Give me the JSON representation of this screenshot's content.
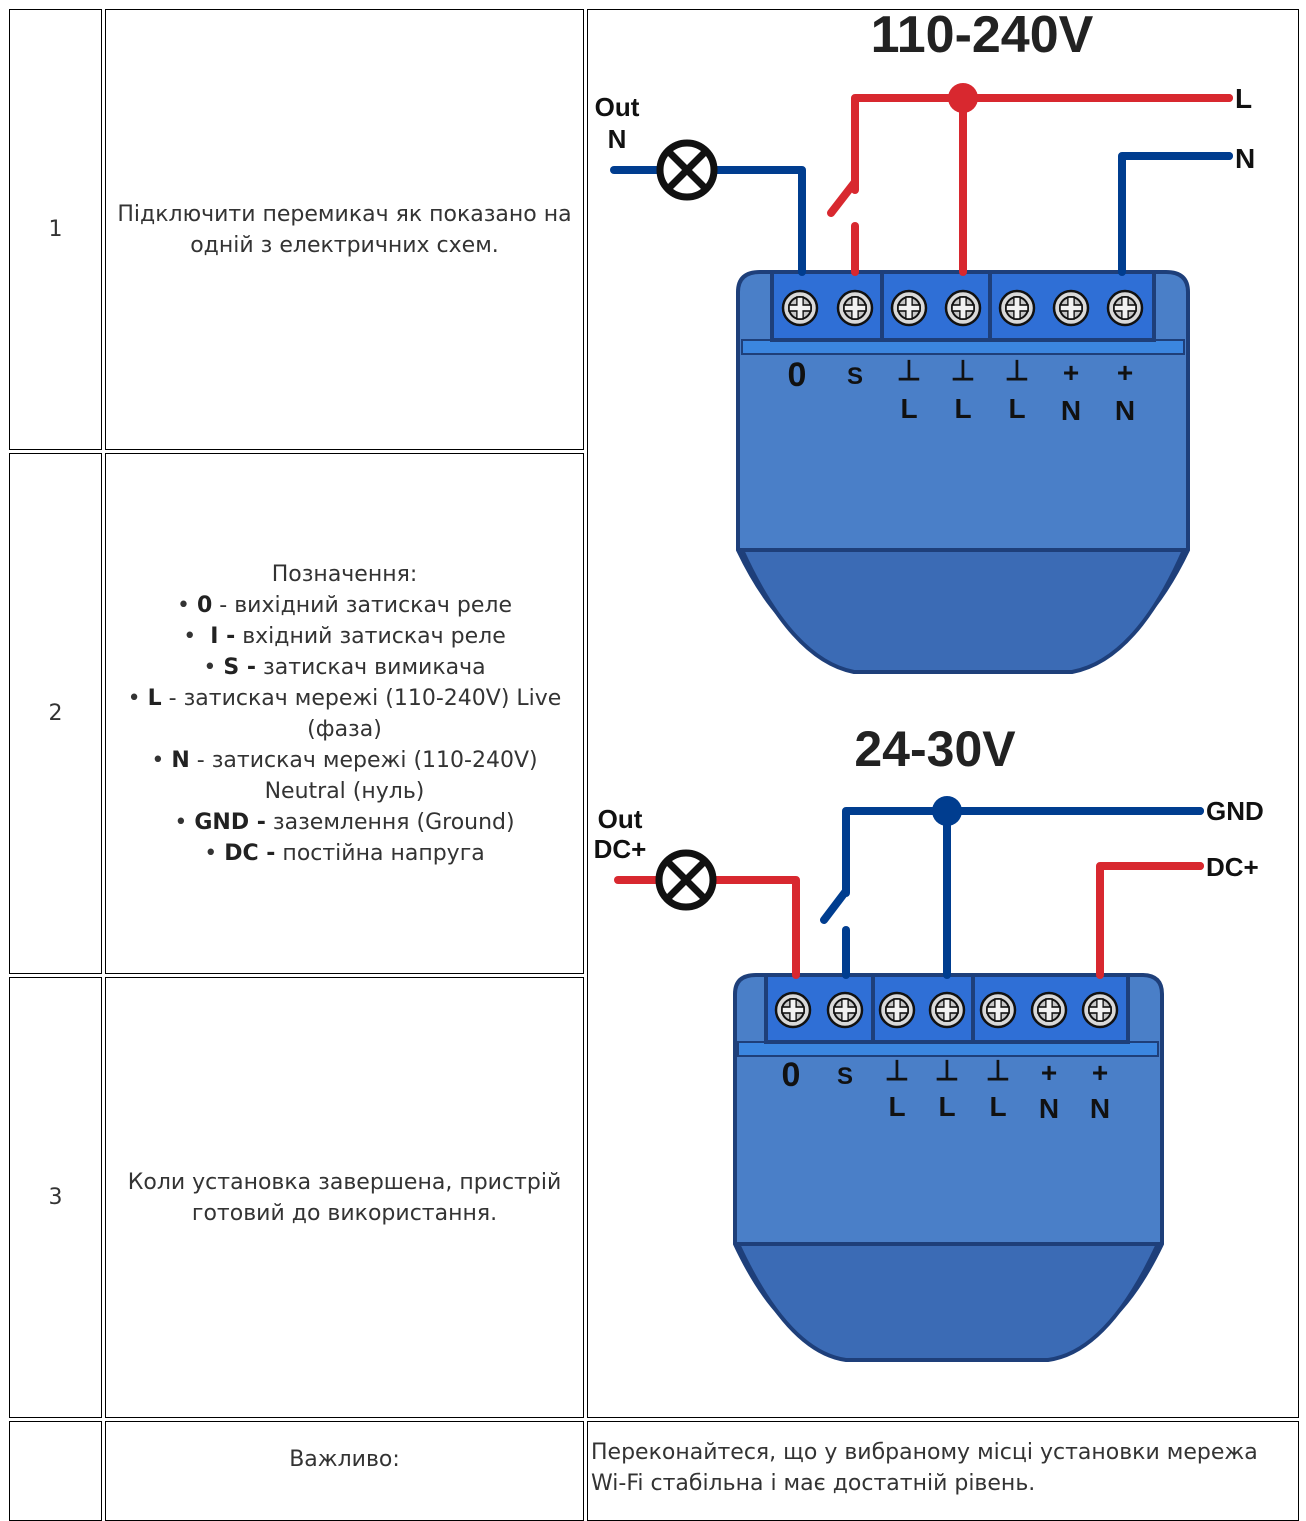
{
  "rows": [
    {
      "number": "1",
      "text": "Підключити перемикач як показано на одній з електричних схем."
    },
    {
      "number": "2",
      "legend_title": "Позначення:",
      "legend": [
        {
          "key": "0",
          "desc": " - вихідний затискач реле"
        },
        {
          "key": "I -",
          "desc": " вхідний затискач реле"
        },
        {
          "key": "S -",
          "desc": " затискач вимикача"
        },
        {
          "key": "L",
          "desc": " - затискач мережі (110-240V) Live (фаза)"
        },
        {
          "key": "N",
          "desc": " - затискач мережі (110-240V) Neutral (нуль)"
        },
        {
          "key": "GND -",
          "desc": " заземлення (Ground)"
        },
        {
          "key": "DC -",
          "desc": " постійна напруга"
        }
      ]
    },
    {
      "number": "3",
      "text": "Коли установка завершена, пристрій готовий до використання."
    },
    {
      "number": "",
      "text": "Важливо:",
      "note": "Переконайтеся, що у вибраному місці установки мережа Wi-Fi стабільна і має достатній рівень."
    }
  ],
  "diagram_ac": {
    "title": "110-240V",
    "load_label_top": "Out",
    "load_label_bottom": "N",
    "line_label": "L",
    "neutral_label": "N",
    "terminals_top": [
      "0",
      "S",
      "⊥",
      "⊥",
      "⊥",
      "+",
      "+"
    ],
    "terminals_bottom": [
      "",
      "",
      "L",
      "L",
      "L",
      "N",
      "N"
    ]
  },
  "diagram_dc": {
    "title": "24-30V",
    "load_label_top": "Out",
    "load_label_bottom": "DC+",
    "gnd_label": "GND",
    "dc_label": "DC+",
    "terminals_top": [
      "0",
      "S",
      "⊥",
      "⊥",
      "⊥",
      "+",
      "+"
    ],
    "terminals_bottom": [
      "",
      "",
      "L",
      "L",
      "L",
      "N",
      "N"
    ]
  },
  "colors": {
    "live_wire": "#d8282f",
    "neutral_wire": "#003d8f",
    "device_body": "#4a7fc8",
    "device_top": "#2f6fd6",
    "device_edge": "#1e3f7a"
  }
}
